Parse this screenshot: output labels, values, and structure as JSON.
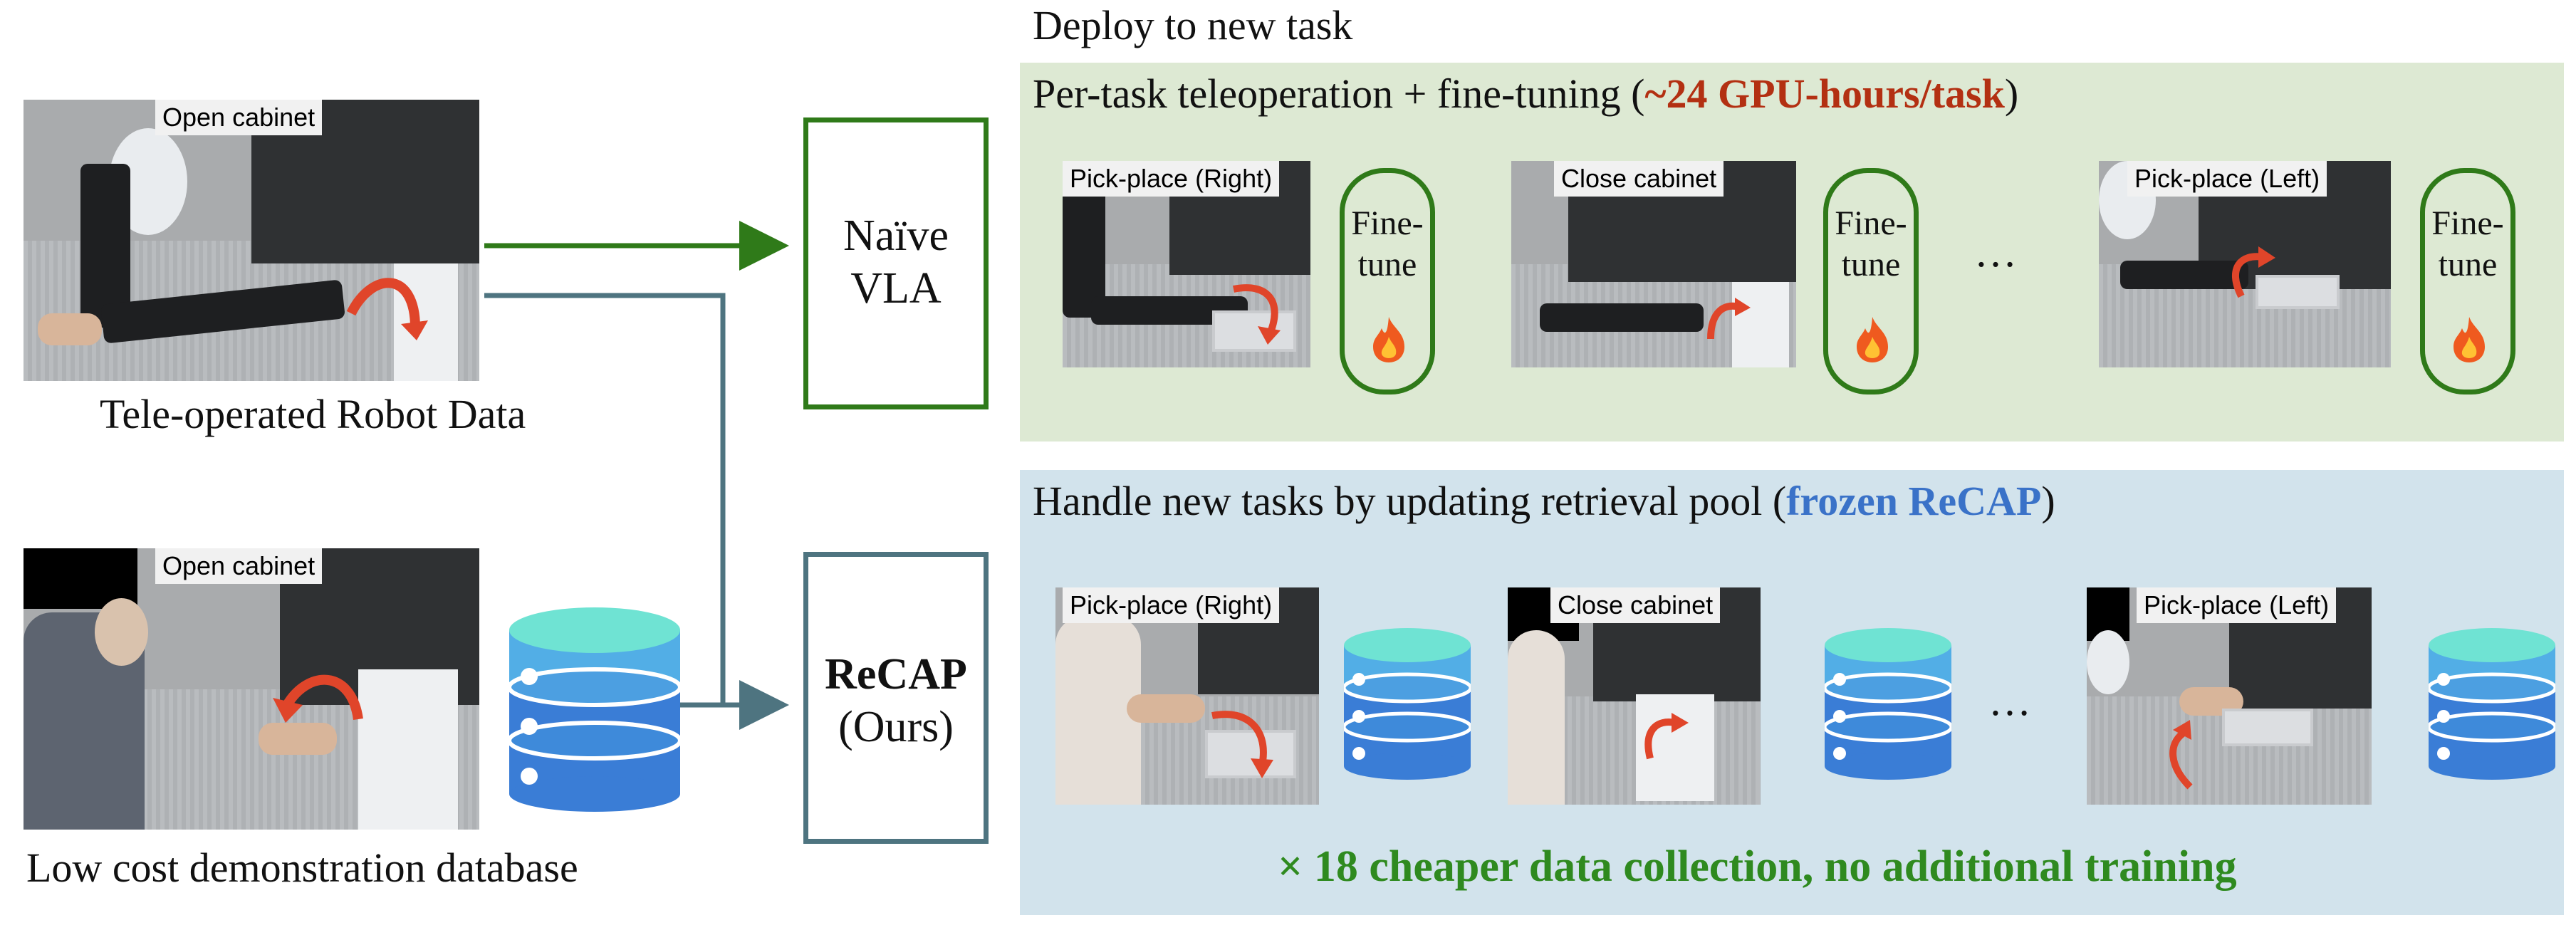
{
  "left": {
    "robot_photo_tag": "Open cabinet",
    "robot_caption": "Tele-operated Robot Data",
    "human_photo_tag": "Open cabinet",
    "human_caption": "Low cost demonstration database"
  },
  "boxes": {
    "naive_line1": "Naïve",
    "naive_line2": "VLA",
    "recap_line1": "ReCAP",
    "recap_line2": "(Ours)"
  },
  "deploy_title": "Deploy to new task",
  "top_panel": {
    "title_prefix": "Per-task teleoperation + fine-tuning (",
    "title_highlight": "~24 GPU-hours/task",
    "title_suffix": ")",
    "highlight_color": "#b33012",
    "tasks": [
      {
        "tag": "Pick-place (Right)",
        "finetune_1": "Fine-",
        "finetune_2": "tune"
      },
      {
        "tag": "Close cabinet",
        "finetune_1": "Fine-",
        "finetune_2": "tune"
      },
      {
        "tag": "Pick-place (Left)",
        "finetune_1": "Fine-",
        "finetune_2": "tune"
      }
    ],
    "ellipsis": "…"
  },
  "bottom_panel": {
    "title_prefix": "Handle new tasks by updating retrieval pool (",
    "title_highlight": "frozen ReCAP",
    "title_suffix": ")",
    "highlight_color": "#3a72c8",
    "tasks": [
      {
        "tag": "Pick-place (Right)"
      },
      {
        "tag": "Close cabinet"
      },
      {
        "tag": "Pick-place (Left)"
      }
    ],
    "ellipsis": "…",
    "footer": "× 18 cheaper data collection, no additional training",
    "footer_color": "#2f8a1f"
  },
  "colors": {
    "green_arrow": "#2f7a19",
    "slate_arrow": "#4e7480",
    "green_panel": "#dde9d3",
    "blue_panel": "#d2e3ec"
  }
}
